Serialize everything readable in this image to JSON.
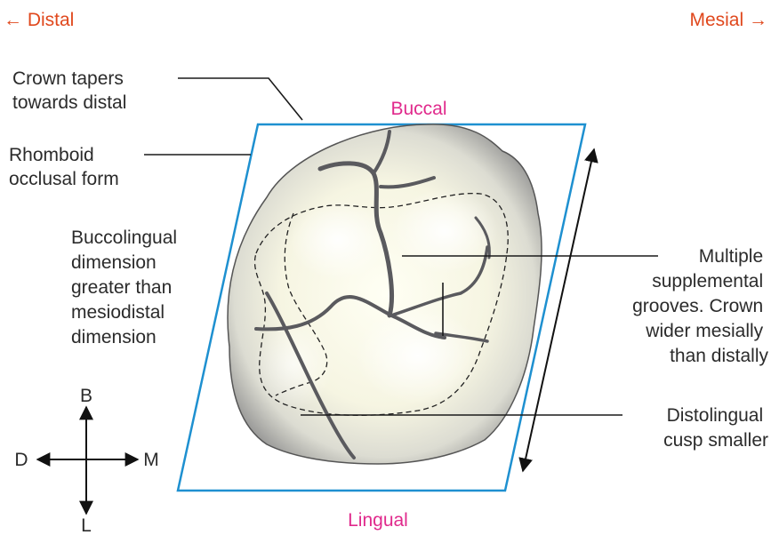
{
  "direction_labels": {
    "distal": "← Distal",
    "mesial": "Mesial →"
  },
  "surface_labels": {
    "buccal": "Buccal",
    "lingual": "Lingual"
  },
  "annotations": {
    "crown_tapers": [
      "Crown tapers",
      "towards distal"
    ],
    "rhomboid": [
      "Rhomboid",
      "occlusal form"
    ],
    "buccolingual": [
      "Buccolingual",
      "dimension",
      "greater than",
      "mesiodistal",
      "dimension"
    ],
    "multiple_grooves": [
      "Multiple",
      "supplemental",
      "grooves. Crown",
      "wider mesially",
      "than distally"
    ],
    "distolingual": [
      "Distolingual",
      "cusp smaller"
    ]
  },
  "compass": {
    "north": "B",
    "south": "L",
    "west": "D",
    "east": "M"
  },
  "colors": {
    "direction_text": "#e0481d",
    "surface_text": "#e02a8c",
    "frame": "#1e90d0",
    "groove": "#5a5a5e"
  }
}
